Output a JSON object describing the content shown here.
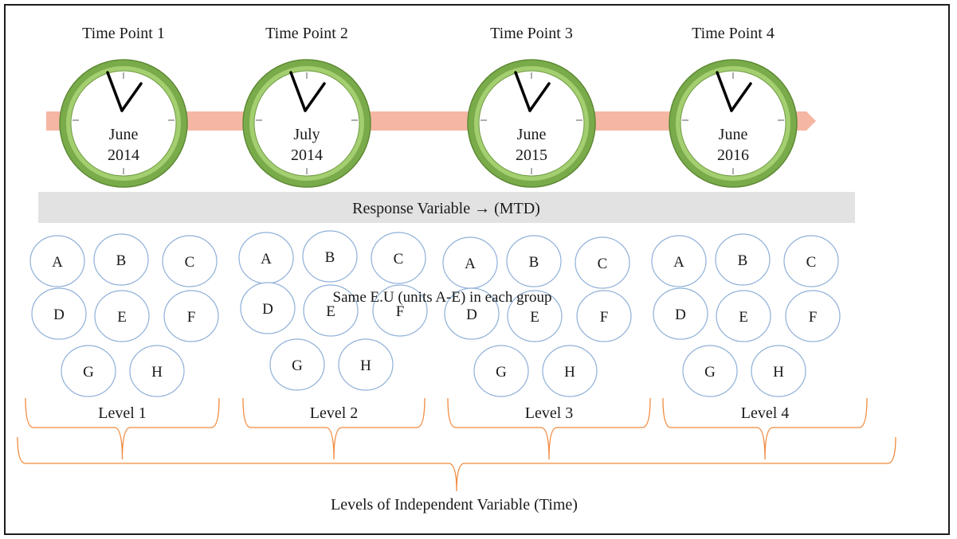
{
  "colors": {
    "arrow": "#f5b7a3",
    "clock_ring": "#7aab4a",
    "clock_ring_light": "#a4cf70",
    "response_band": "#e2e2e2",
    "unit_circle": "#8fb0d8",
    "bracket": "#f08a3e"
  },
  "time_points": [
    {
      "title": "Time Point 1",
      "month": "June",
      "year": "2014"
    },
    {
      "title": "Time Point 2",
      "month": "July",
      "year": "2014"
    },
    {
      "title": "Time Point 3",
      "month": "June",
      "year": "2015"
    },
    {
      "title": "Time Point 4",
      "month": "June",
      "year": "2016"
    }
  ],
  "response_variable": "Response Variable → (MTD)",
  "same_units_note": "Same E.U (units A-E) in each group",
  "groups": [
    {
      "units": [
        "A",
        "B",
        "C",
        "D",
        "E",
        "F",
        "G",
        "H"
      ],
      "level": "Level 1"
    },
    {
      "units": [
        "A",
        "B",
        "C",
        "D",
        "E",
        "F",
        "G",
        "H"
      ],
      "level": "Level 2"
    },
    {
      "units": [
        "A",
        "B",
        "C",
        "D",
        "E",
        "F",
        "G",
        "H"
      ],
      "level": "Level 3"
    },
    {
      "units": [
        "A",
        "B",
        "C",
        "D",
        "E",
        "F",
        "G",
        "H"
      ],
      "level": "Level 4"
    }
  ],
  "independent_variable": "Levels of Independent Variable (Time)"
}
